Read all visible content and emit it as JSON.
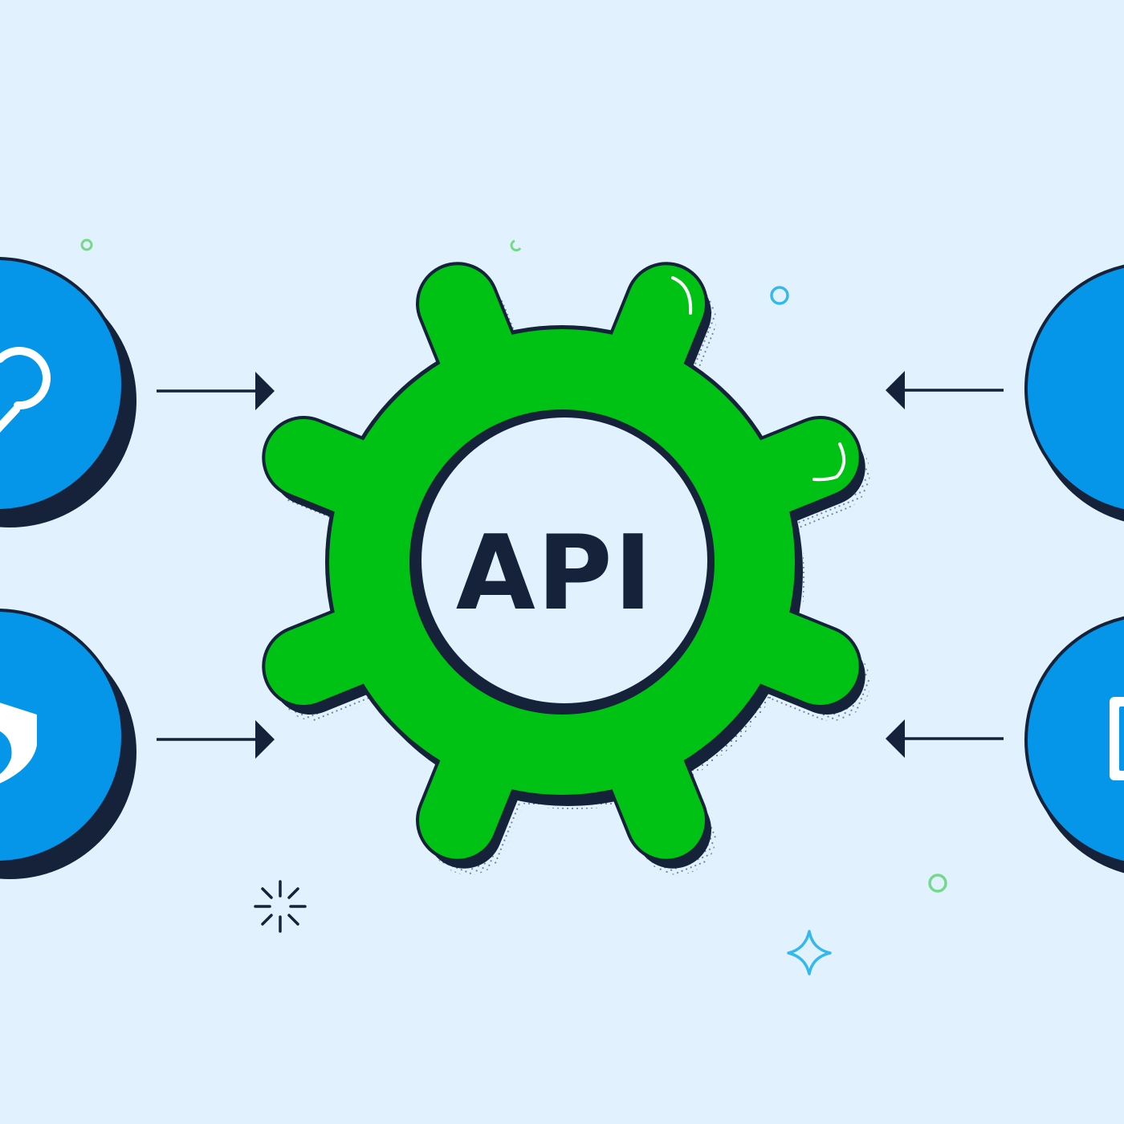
{
  "gear": {
    "label": "API"
  },
  "colors": {
    "background": "#e1f2fe",
    "gear_fill": "#00c214",
    "ink": "#152239",
    "node_fill": "#0596ea",
    "icon_stroke": "#ffffff",
    "sparkle_green": "#74d98a",
    "sparkle_blue": "#35b8ec"
  },
  "nodes": [
    {
      "side": "left",
      "icon": "search-icon"
    },
    {
      "side": "left",
      "icon": "shield-icon"
    },
    {
      "side": "right",
      "icon": "blank"
    },
    {
      "side": "right",
      "icon": "document-icon"
    }
  ],
  "connectors": [
    {
      "direction": "to-gear",
      "from": "left"
    },
    {
      "direction": "to-gear",
      "from": "left"
    },
    {
      "direction": "to-gear",
      "from": "right"
    },
    {
      "direction": "to-gear",
      "from": "right"
    }
  ]
}
